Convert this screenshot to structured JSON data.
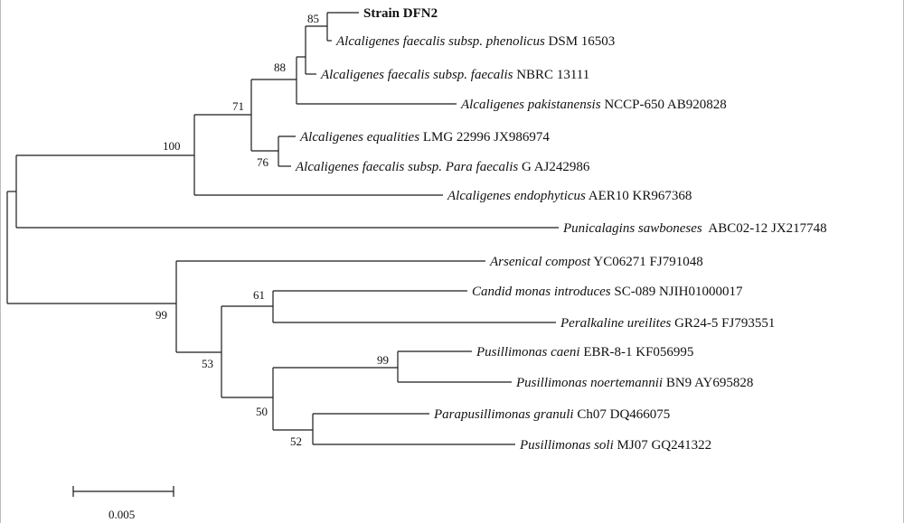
{
  "taxa": [
    {
      "italic": "",
      "plain": "Strain DFN2",
      "bold": true
    },
    {
      "italic": "Alcaligenes faecalis subsp. phenolicus",
      "plain": " DSM 16503"
    },
    {
      "italic": "Alcaligenes faecalis subsp. faecalis",
      "plain": " NBRC 13111"
    },
    {
      "italic": "Alcaligenes pakistanensis",
      "plain": " NCCP-650 AB920828"
    },
    {
      "italic": "Alcaligenes equalities",
      "plain": " LMG 22996 JX986974"
    },
    {
      "italic": "Alcaligenes faecalis subsp. Para faecalis",
      "plain": " G AJ242986"
    },
    {
      "italic": "Alcaligenes endophyticus",
      "plain": " AER10 KR967368"
    },
    {
      "italic": "Punicalagins sawboneses",
      "plain": "  ABC02-12 JX217748"
    },
    {
      "italic": "Arsenical compost",
      "plain": " YC06271 FJ791048"
    },
    {
      "italic": "Candid monas introduces",
      "plain": " SC-089 NJIH01000017"
    },
    {
      "italic": "Peralkaline ureilites",
      "plain": " GR24-5 FJ793551"
    },
    {
      "italic": "Pusillimonas caeni",
      "plain": " EBR-8-1 KF056995"
    },
    {
      "italic": "Pusillimonas noertemannii",
      "plain": " BN9 AY695828"
    },
    {
      "italic": "Parapusillimonas granuli",
      "plain": " Ch07 DQ466075"
    },
    {
      "italic": "Pusillimonas soli",
      "plain": " MJ07 GQ241322"
    }
  ],
  "bootstrap": [
    "85",
    "88",
    "71",
    "100",
    "76",
    "99",
    "61",
    "53",
    "99",
    "50",
    "52"
  ],
  "scale": {
    "label": "0.005"
  }
}
